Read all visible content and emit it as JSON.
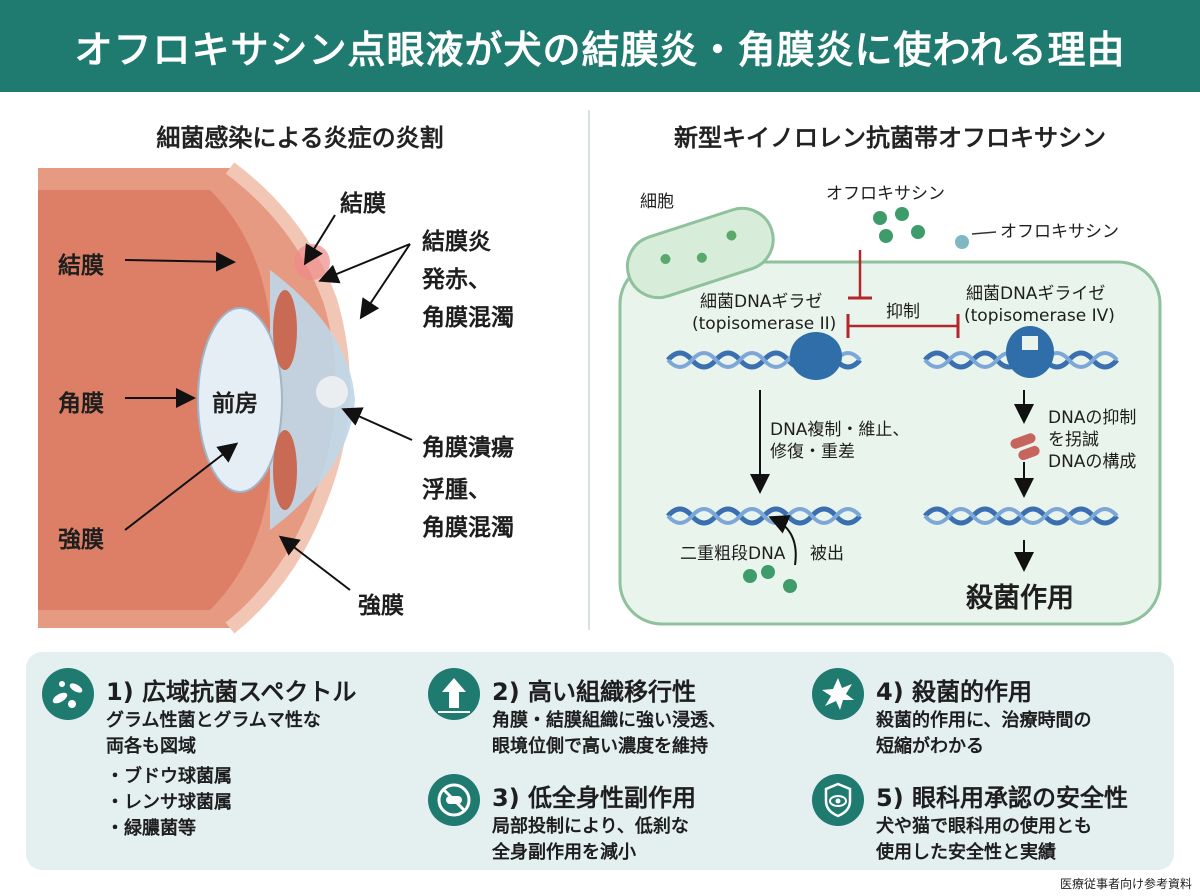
{
  "title": "オフロキサシン点眼液が犬の結膜炎・角膜炎に使われる理由",
  "left_panel": {
    "title": "細菌感染による炎症の炎割",
    "labels": {
      "conjunctiva_left": "結膜",
      "cornea_left": "角膜",
      "sclera_left": "強膜",
      "anterior_chamber": "前房",
      "conjunctiva_top": "結膜",
      "conjunctivitis_title": "結膜炎",
      "conjunctivitis_desc1": "発赤、",
      "conjunctivitis_desc2": "角膜混濁",
      "ulcer_title": "角膜潰瘍",
      "ulcer_desc1": "浮腫、",
      "ulcer_desc2": "角膜混濁",
      "sclera_bottom": "強膜"
    }
  },
  "right_panel": {
    "title": "新型キイノロレン抗菌帯オフロキサシン",
    "labels": {
      "cell": "細胞",
      "ofloxacin_top": "オフロキサシン",
      "ofloxacin_side": "オフロキサシン",
      "gyrase_left1": "細菌DNAギラゼ",
      "gyrase_left2": "(topisomerase II)",
      "inhibit": "抑制",
      "gyrase_right1": "細菌DNAギライゼ",
      "gyrase_right2": "(topisomerase IV)",
      "replication1": "DNA複制・維止、",
      "replication2": "修復・重差",
      "dna_inhibit1": "DNAの抑制",
      "dna_inhibit2": "を拐誠",
      "dna_inhibit3": "DNAの構成",
      "double_strand": "二重粗段DNA",
      "release": "被出",
      "bactericidal": "殺菌作用"
    }
  },
  "features": [
    {
      "title": "1) 広域抗菌スペクトル",
      "lines": [
        "グラム性菌とグラムマ性な",
        "両各も図域",
        "・ブドウ球菌属",
        "・レンサ球菌属",
        "・緑膿菌等"
      ],
      "icon": "bacteria-icon"
    },
    {
      "title": "2) 高い組織移行性",
      "lines": [
        "角膜・結膜組織に強い浸透、",
        "眼境位側で高い濃度を維持"
      ],
      "icon": "arrow-up-icon"
    },
    {
      "title": "3) 低全身性副作用",
      "lines": [
        "局部投制により、低刹な",
        "全身副作用を減小"
      ],
      "icon": "no-pill-icon"
    },
    {
      "title": "4) 殺菌的作用",
      "lines": [
        "殺菌的作用に、治療時間の",
        "短縮がわかる"
      ],
      "icon": "burst-icon"
    },
    {
      "title": "5) 眼科用承認の安全性",
      "lines": [
        "犬や猫で眼科用の使用とも",
        "使用した安全性と実績"
      ],
      "icon": "eye-shield-icon"
    }
  ],
  "footnote": "医療従事者向け参考資料",
  "colors": {
    "accent": "#1f7a6f",
    "panel": "#e4eff0",
    "inhibit": "#b3262b",
    "dna": "#3a6fb0"
  }
}
